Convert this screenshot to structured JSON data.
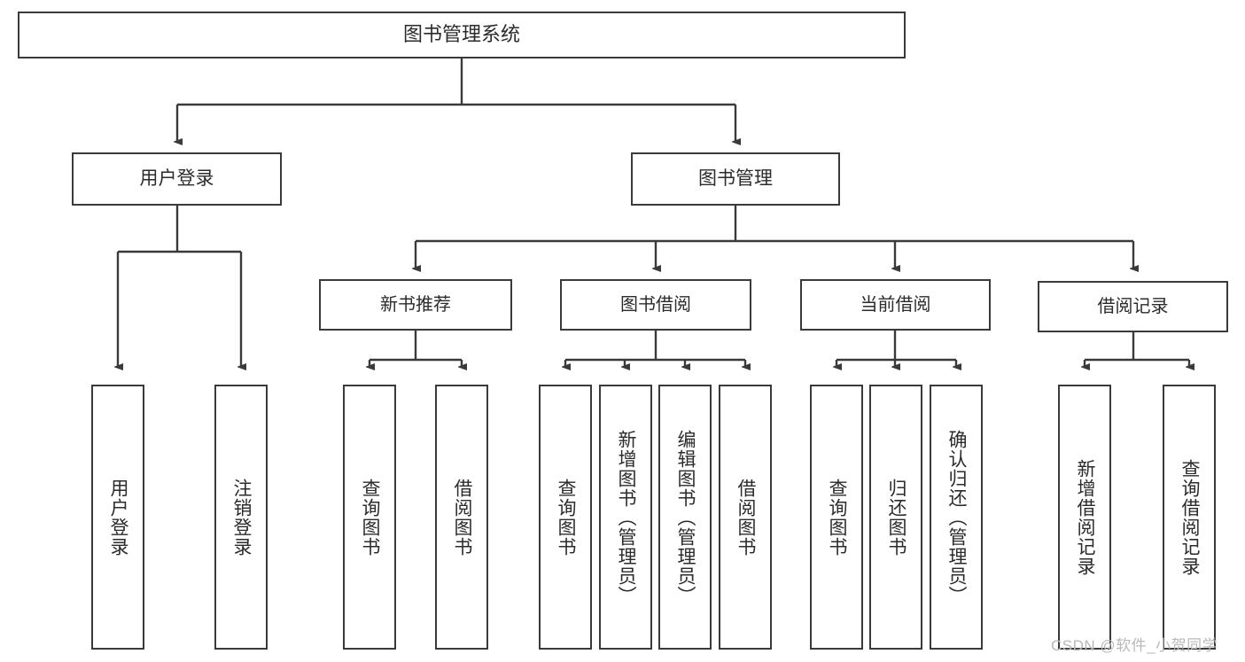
{
  "diagram": {
    "type": "tree-hierarchy-diagram",
    "title": "图书管理系统",
    "orientation": "top-down",
    "style": {
      "box_border_color": "#3a3a3a",
      "box_fill_color": "#ffffff",
      "connector_color": "#3a3a3a",
      "text_color": "#2b2b2b",
      "background": "#ffffff"
    },
    "nodes": {
      "root": {
        "label": "图书管理系统",
        "level": 1
      },
      "level2": [
        {
          "id": "user-login",
          "label": "用户登录"
        },
        {
          "id": "book-management",
          "label": "图书管理"
        }
      ],
      "level3": [
        {
          "id": "new-book-recommend",
          "label": "新书推荐",
          "parent": "book-management"
        },
        {
          "id": "book-borrow",
          "label": "图书借阅",
          "parent": "book-management"
        },
        {
          "id": "current-borrow",
          "label": "当前借阅",
          "parent": "book-management"
        },
        {
          "id": "borrow-record",
          "label": "借阅记录",
          "parent": "book-management"
        }
      ],
      "leaves": [
        {
          "id": "leaf-user-login",
          "label": "用户登录",
          "parent": "user-login"
        },
        {
          "id": "leaf-logout-login",
          "label": "注销登录",
          "parent": "user-login"
        },
        {
          "id": "leaf-query-book-1",
          "label": "查询图书",
          "parent": "new-book-recommend"
        },
        {
          "id": "leaf-borrow-book-1",
          "label": "借阅图书",
          "parent": "new-book-recommend"
        },
        {
          "id": "leaf-query-book-2",
          "label": "查询图书",
          "parent": "book-borrow"
        },
        {
          "id": "leaf-add-book",
          "label": "新增图书（管理员）",
          "parent": "book-borrow"
        },
        {
          "id": "leaf-edit-book",
          "label": "编辑图书（管理员）",
          "parent": "book-borrow"
        },
        {
          "id": "leaf-borrow-book-2",
          "label": "借阅图书",
          "parent": "book-borrow"
        },
        {
          "id": "leaf-query-book-3",
          "label": "查询图书",
          "parent": "current-borrow"
        },
        {
          "id": "leaf-return-book",
          "label": "归还图书",
          "parent": "current-borrow"
        },
        {
          "id": "leaf-confirm-return",
          "label": "确认归还（管理员）",
          "parent": "current-borrow"
        },
        {
          "id": "leaf-add-record",
          "label": "新增借阅记录",
          "parent": "borrow-record"
        },
        {
          "id": "leaf-query-record",
          "label": "查询借阅记录",
          "parent": "borrow-record"
        }
      ]
    }
  },
  "watermark": {
    "text": "CSDN @软件_小贺同学"
  }
}
